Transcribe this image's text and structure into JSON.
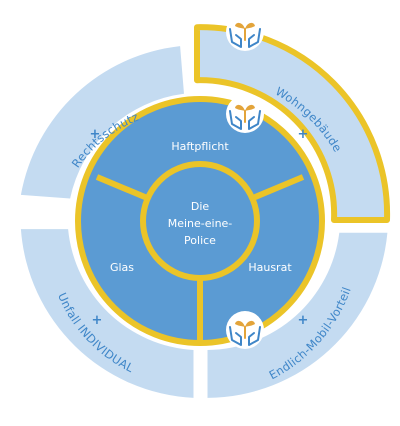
{
  "outer_ring": {
    "rechtsschutz": "Rechtsschutz",
    "wohngebaeude": "Wohngebäude",
    "unfall": "Unfall INDIVIDUAL",
    "endlich": "Endlich-Mobil-Vorteil"
  },
  "core": {
    "center_line1": "Die",
    "center_line2": "Meine-eine-",
    "center_line3": "Police",
    "haftpflicht": "Haftpflicht",
    "glas": "Glas",
    "hausrat": "Hausrat"
  },
  "plus_sign": "+",
  "colors": {
    "outer_ring": "#c4dbf1",
    "core_fill": "#5b9bd3",
    "gold": "#ebc428",
    "label_blue": "#3f86c8",
    "icon_bg": "#ffffff"
  },
  "icons": [
    "hands-plant-icon",
    "hands-plant-icon",
    "hands-plant-icon"
  ]
}
